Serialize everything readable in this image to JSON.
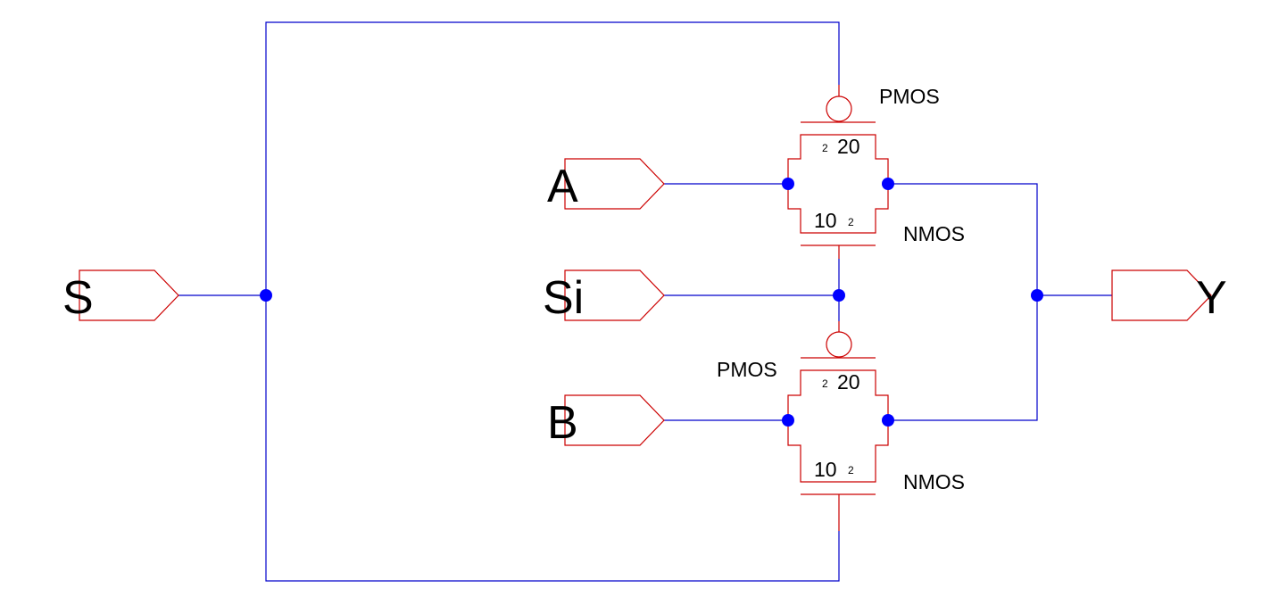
{
  "colors": {
    "wire": "#0000cc",
    "device": "#cc0000",
    "junction": "#0000ff",
    "background": "#ffffff"
  },
  "pins": {
    "s": "S",
    "a": "A",
    "si": "Si",
    "b": "B",
    "y": "Y"
  },
  "gates": {
    "top": {
      "pmos_label": "PMOS",
      "nmos_label": "NMOS",
      "p_width": "20",
      "p_length": "2",
      "n_width": "10",
      "n_length": "2"
    },
    "bottom": {
      "pmos_label": "PMOS",
      "nmos_label": "NMOS",
      "p_width": "20",
      "p_length": "2",
      "n_width": "10",
      "n_length": "2"
    }
  }
}
